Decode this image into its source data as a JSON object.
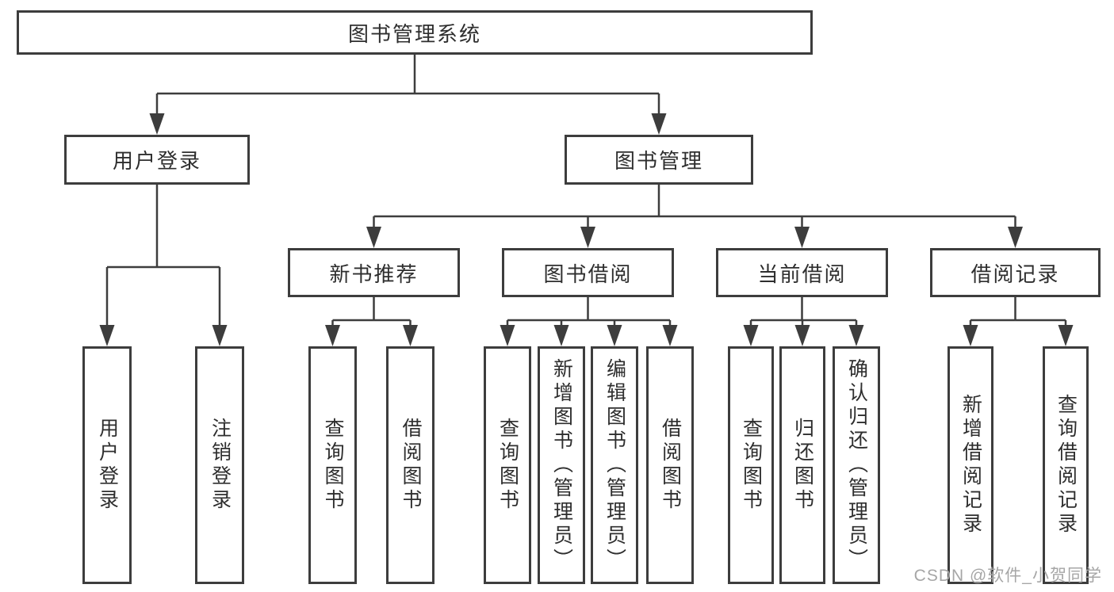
{
  "diagram": {
    "root": {
      "label": "图书管理系统"
    },
    "branches": [
      {
        "label": "用户登录",
        "children": [
          {
            "label": "用户登录"
          },
          {
            "label": "注销登录"
          }
        ]
      },
      {
        "label": "图书管理",
        "children": [
          {
            "label": "新书推荐",
            "children": [
              {
                "label": "查询图书"
              },
              {
                "label": "借阅图书"
              }
            ]
          },
          {
            "label": "图书借阅",
            "children": [
              {
                "label": "查询图书"
              },
              {
                "label": "新增图书（管理员）"
              },
              {
                "label": "编辑图书（管理员）"
              },
              {
                "label": "借阅图书"
              }
            ]
          },
          {
            "label": "当前借阅",
            "children": [
              {
                "label": "查询图书"
              },
              {
                "label": "归还图书"
              },
              {
                "label": "确认归还（管理员）"
              }
            ]
          },
          {
            "label": "借阅记录",
            "children": [
              {
                "label": "新增借阅记录"
              },
              {
                "label": "查询借阅记录"
              }
            ]
          }
        ]
      }
    ]
  },
  "watermark": {
    "text": "CSDN @软件_小贺同学"
  },
  "colors": {
    "line": "#3d3d3d",
    "text": "#2e2e2e",
    "bg": "#ffffff",
    "watermark": "#a6a6a6"
  }
}
